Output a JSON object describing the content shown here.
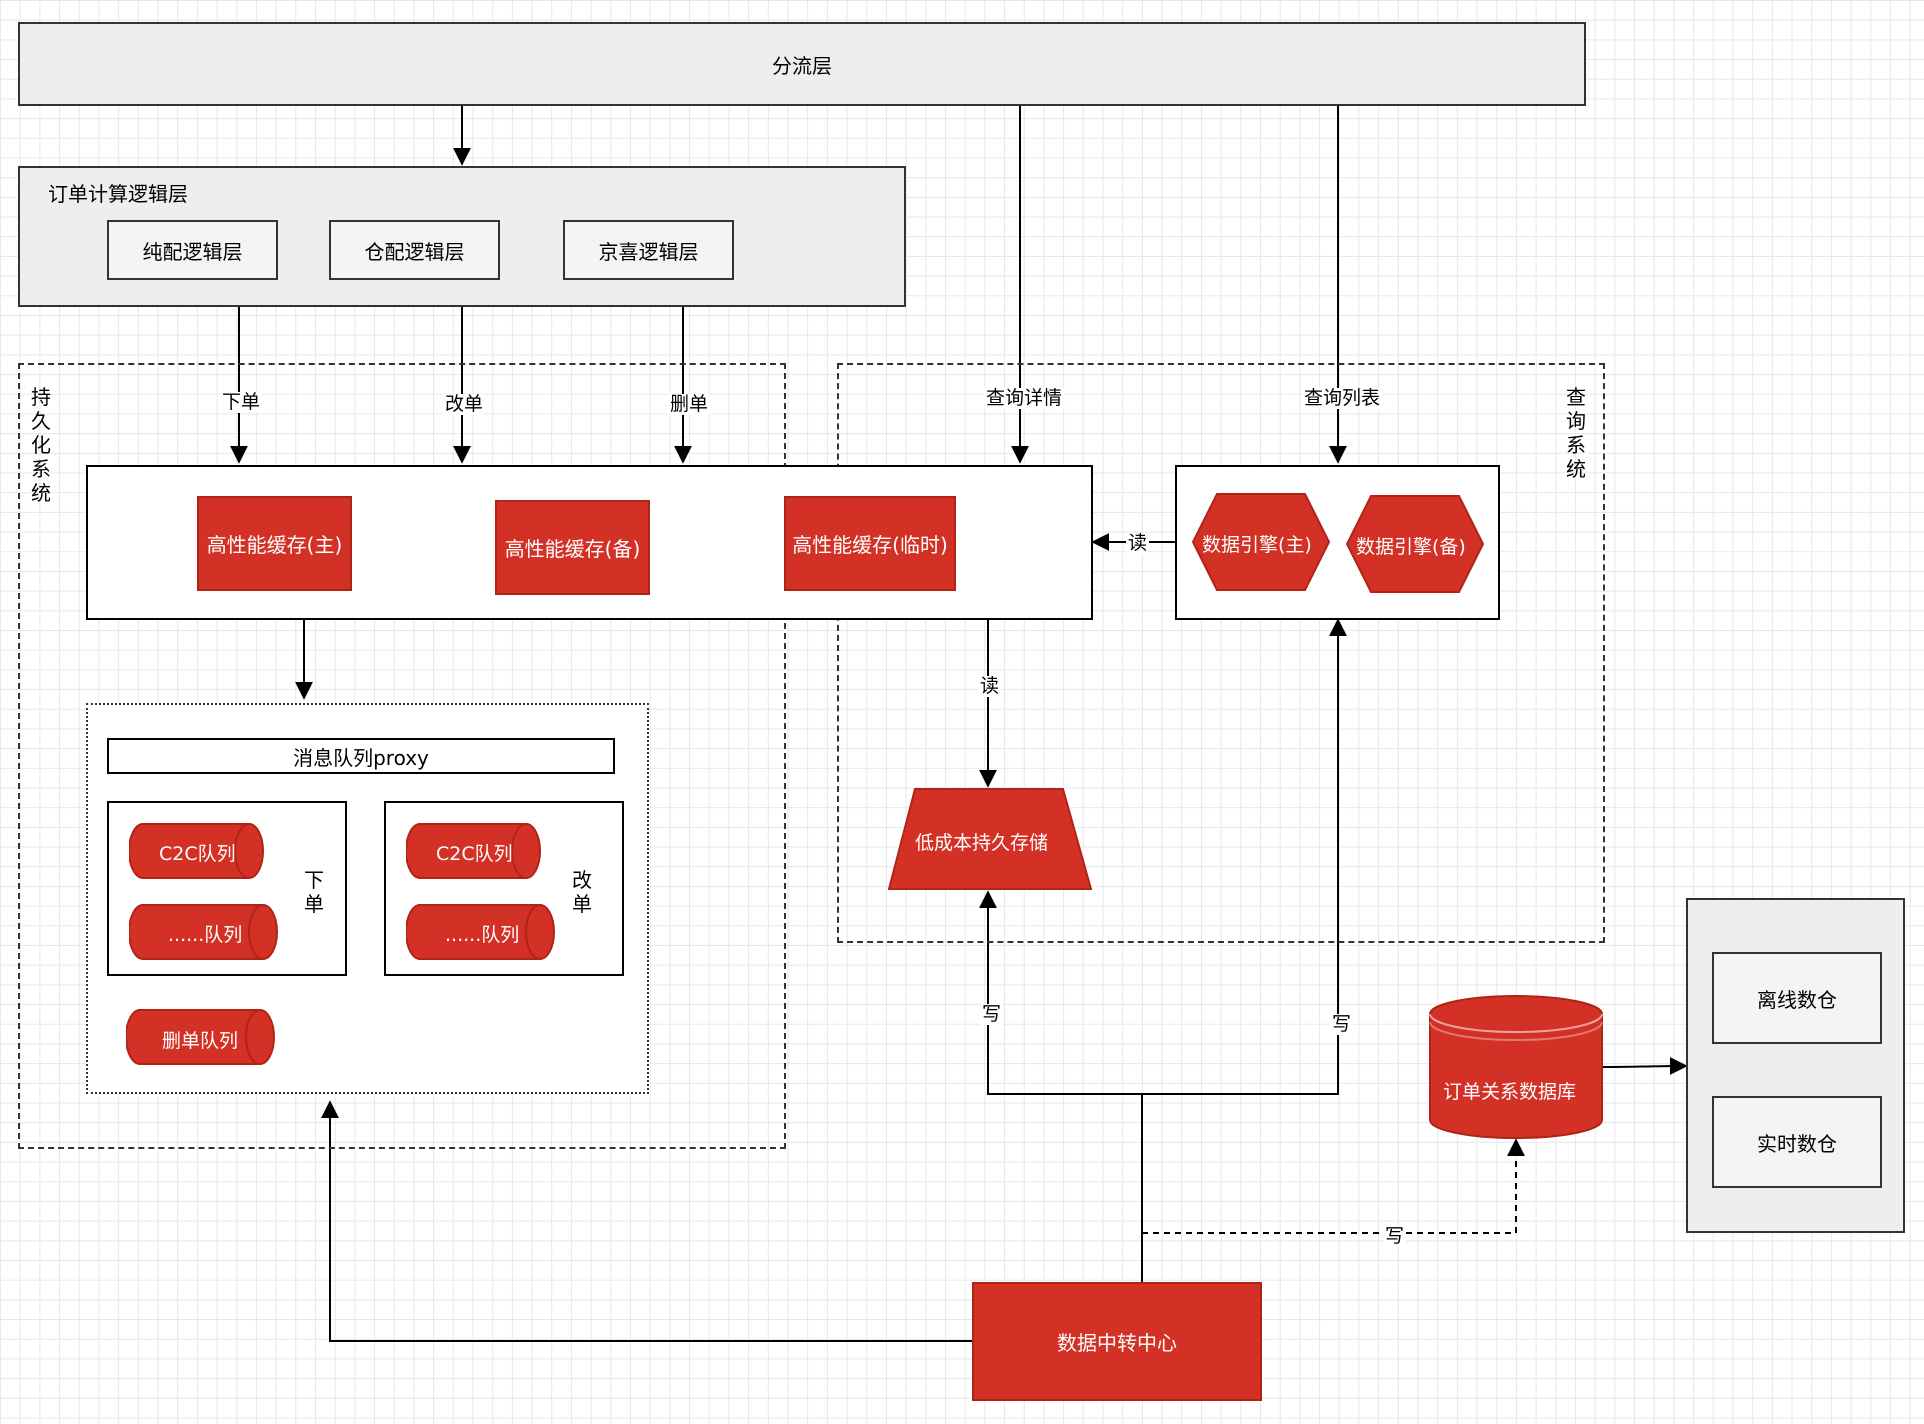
{
  "diverter": {
    "label": "分流层"
  },
  "order_logic": {
    "title": "订单计算逻辑层",
    "items": [
      "纯配逻辑层",
      "仓配逻辑层",
      "京喜逻辑层"
    ]
  },
  "persistence": {
    "title": "持久化系统",
    "edge_labels": {
      "place": "下单",
      "change": "改单",
      "delete": "删单"
    },
    "caches": [
      "高性能缓存(主)",
      "高性能缓存(备)",
      "高性能缓存(临时)"
    ],
    "mq": {
      "proxy_label": "消息队列proxy",
      "group_place": {
        "label": "下单",
        "queues": [
          "C2C队列",
          "......队列"
        ]
      },
      "group_change": {
        "label": "改单",
        "queues": [
          "C2C队列",
          "......队列"
        ]
      },
      "delete_queue": "删单队列"
    }
  },
  "query": {
    "title": "查询系统",
    "edge_labels": {
      "detail": "查询详情",
      "list": "查询列表",
      "read_engine": "读",
      "read_storage": "读"
    },
    "engines": [
      "数据引擎(主)",
      "数据引擎(备)"
    ],
    "low_cost_storage": "低成本持久存储"
  },
  "relation_db": "订单关系数据库",
  "warehouse": {
    "items": [
      "离线数仓",
      "实时数仓"
    ]
  },
  "data_hub": "数据中转中心",
  "write_labels": {
    "storage": "写",
    "engine": "写",
    "relation_db": "写"
  }
}
